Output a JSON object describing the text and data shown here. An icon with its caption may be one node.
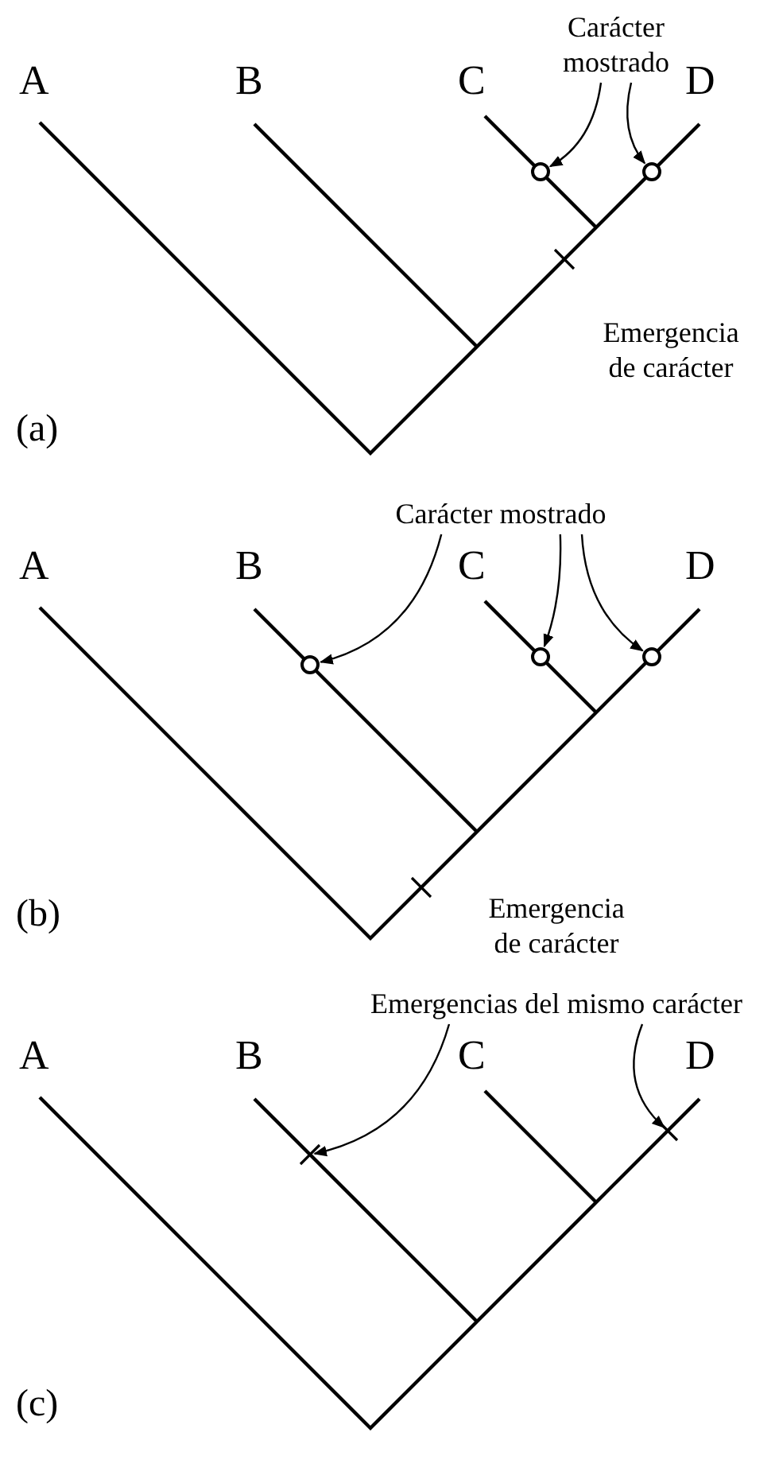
{
  "diagram": {
    "nodes": [
      {
        "text": [
          "Carácter mostrado"
        ]
      },
      {
        "text": [],
        "shape": "circle"
      },
      {
        "text": [],
        "shape": "circle"
      },
      {
        "text": [
          "Carácter mostrado"
        ]
      },
      {
        "text": [],
        "shape": "circle"
      },
      {
        "text": [],
        "shape": "circle"
      },
      {
        "text": [],
        "shape": "circle"
      },
      {
        "text": [
          "Emergencias del mismo carácter"
        ]
      },
      {
        "text": [],
        "shape": "bar"
      },
      {
        "text": [],
        "shape": "bar"
      }
    ],
    "edges": [
      {
        "from": 0,
        "to": 1,
        "arrow": "to"
      },
      {
        "from": 0,
        "to": 2,
        "arrow": "to"
      },
      {
        "from": 3,
        "to": 4,
        "arrow": "to"
      },
      {
        "from": 3,
        "to": 5,
        "arrow": "to"
      },
      {
        "from": 3,
        "to": 6,
        "arrow": "to"
      },
      {
        "from": 7,
        "to": 8,
        "arrow": "to"
      },
      {
        "from": 7,
        "to": 9,
        "arrow": "to"
      }
    ],
    "labels": [
      "A",
      "B",
      "C",
      "D",
      "Emergencia de carácter",
      "(a)",
      "A",
      "B",
      "C",
      "D",
      "Emergencia de carácter",
      "(b)",
      "A",
      "B",
      "C",
      "D",
      "(c)"
    ]
  }
}
